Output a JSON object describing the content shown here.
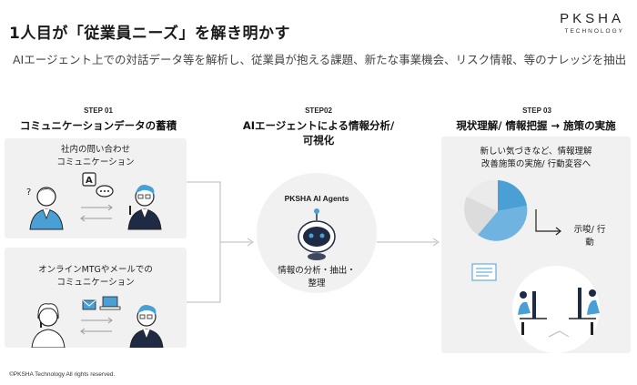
{
  "header": {
    "title": "1人目が「従業員ニーズ」を解き明かす",
    "logo_main": "PKSHA",
    "logo_sub": "TECHNOLOGY"
  },
  "subtitle": "AIエージェント上での対話データ等を解析し、従業員が抱える課題、新たな事業機会、リスク情報、等のナレッジを抽出",
  "step1": {
    "label": "STEP 01",
    "title": "コミュニケーションデータの蓄積",
    "box1_line1": "社内の問い合わせ",
    "box1_line2": "コミュニケーション",
    "bubble_letter": "A",
    "question_mark": "?",
    "box2_line1": "オンラインMTGやメールでの",
    "box2_line2": "コミュニケーション"
  },
  "step2": {
    "label": "STEP02",
    "title_line1": "AIエージェントによる情報分析/",
    "title_line2": "可視化",
    "circle_title": "PKSHA AI Agents",
    "circle_line1": "情報の分析・抽出・",
    "circle_line2": "整理"
  },
  "step3": {
    "label": "STEP 03",
    "title": "現状理解/ 情報把握 → 施策の実施",
    "text_line1": "新しい気づきなど、情報理解",
    "text_line2": "改善施策の実施/ 行動変容へ",
    "action_line1": "示唆/ 行",
    "action_line2": "動"
  },
  "footer": "©PKSHA Technology All rights reserved.",
  "colors": {
    "accent_blue": "#4a9fd4",
    "dark_navy": "#1f2a44",
    "panel_gray": "#f1f1f1",
    "line_gray": "#b9b9b9"
  }
}
